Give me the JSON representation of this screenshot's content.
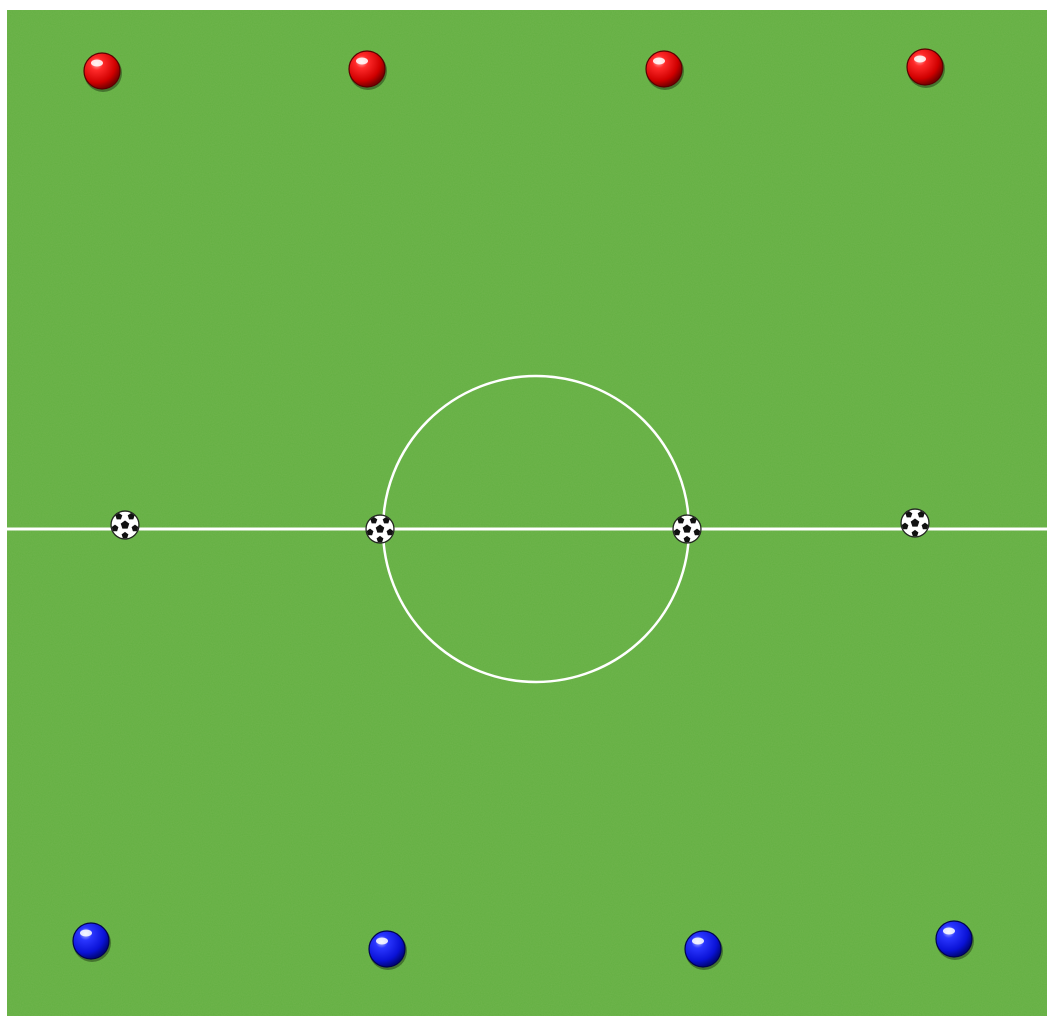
{
  "colors": {
    "grass": "#63b040",
    "grass_dark": "#5aa53a",
    "lines": "#ffffff",
    "red_team": "#e00000",
    "blue_team": "#0a12e6",
    "ball_white": "#ffffff",
    "ball_black": "#111111"
  },
  "pitch": {
    "markings": [
      "halfway-line",
      "center-circle"
    ]
  },
  "players": {
    "red": {
      "count": 4,
      "icon": "red-cone-icon"
    },
    "blue": {
      "count": 4,
      "icon": "blue-cone-icon"
    }
  },
  "balls": {
    "count": 4,
    "icon": "soccer-ball-icon"
  }
}
